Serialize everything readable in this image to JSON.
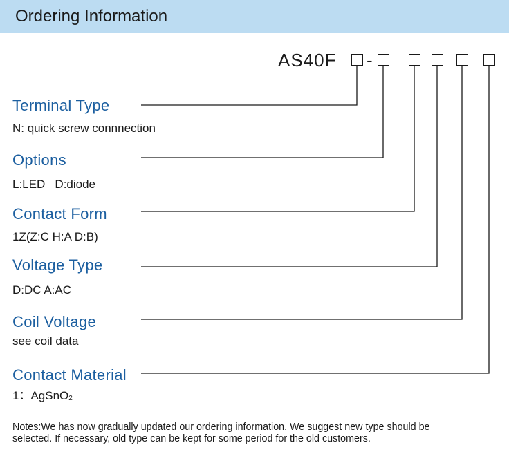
{
  "header": {
    "title": "Ordering Information"
  },
  "model": {
    "prefix": "AS40F",
    "dash": "-"
  },
  "fields": [
    {
      "title": "Terminal Type",
      "desc": "N: quick screw connnection"
    },
    {
      "title": "Options",
      "desc": "L:LED   D:diode"
    },
    {
      "title": "Contact Form",
      "desc": "1Z(Z:C H:A D:B)"
    },
    {
      "title": "Voltage Type",
      "desc": "D:DC A:AC"
    },
    {
      "title": "Coil Voltage",
      "desc": "see coil data"
    },
    {
      "title": "Contact Material",
      "desc_prefix": "1：AgSnO",
      "desc_sub": "2"
    }
  ],
  "notes": {
    "line1": "Notes:We has now gradually updated our ordering information. We suggest new type should be",
    "line2": "selected. If necessary, old type can be kept for some period for the old customers."
  }
}
